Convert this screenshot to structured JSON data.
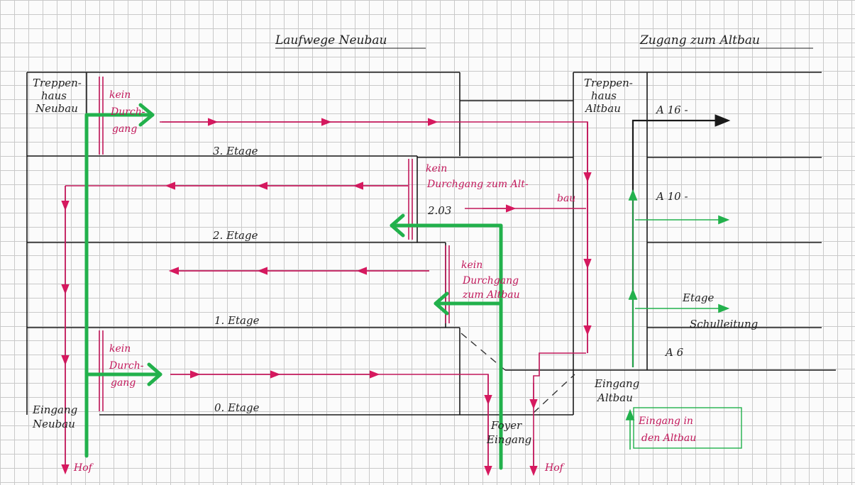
{
  "titles": {
    "left": "Laufwege Neubau",
    "right": "Zugang zum Altbau"
  },
  "labels": {
    "stair_new": [
      "Treppen-",
      "haus",
      "Neubau"
    ],
    "stair_old": [
      "Treppen-",
      "haus",
      "Altbau"
    ],
    "floor3": "3. Etage",
    "floor2": "2. Etage",
    "floor1": "1. Etage",
    "floor0": "0. Etage",
    "room": "2.03",
    "entrance_new": [
      "Eingang",
      "Neubau"
    ],
    "foyer": [
      "Foyer",
      "Eingang"
    ],
    "entrance_old": [
      "Eingang",
      "Altbau"
    ],
    "hof_left": "Hof",
    "hof_right": "Hof",
    "a16": "A 16 -",
    "a10": "A 10 -",
    "etage": "Etage",
    "schulleitung": "Schulleitung",
    "a6": "A 6"
  },
  "notes": {
    "no_pass_3": [
      "kein",
      "Durch-",
      "gang"
    ],
    "no_pass_2": [
      "kein",
      "Durchgang zum Alt-",
      "bau"
    ],
    "no_pass_1": [
      "kein",
      "Durchgang",
      "zum Altbau"
    ],
    "no_pass_0": [
      "kein",
      "Durch-",
      "gang"
    ],
    "legend": [
      "Eingang in",
      "den Altbau"
    ]
  },
  "colors": {
    "route": "#22b14c",
    "red_path": "#c2185b",
    "wall": "#1a1a1a"
  }
}
